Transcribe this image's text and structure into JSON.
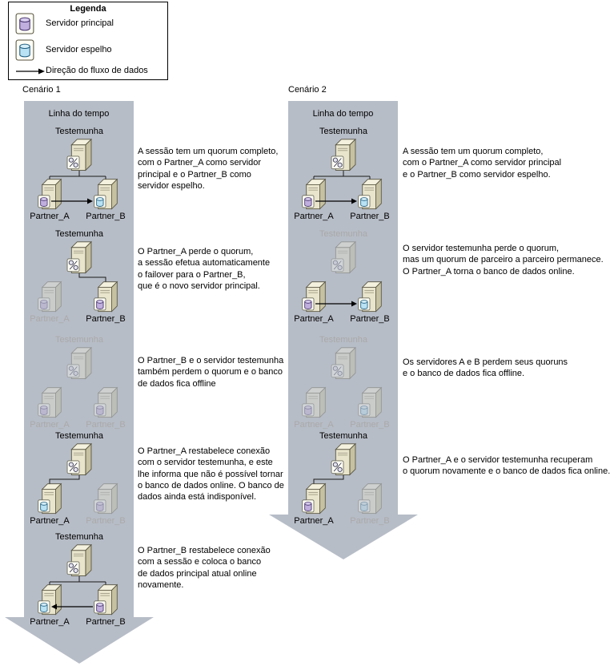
{
  "legend": {
    "title": "Legenda",
    "items": [
      {
        "icon": "principal-server-icon",
        "label": "Servidor principal"
      },
      {
        "icon": "mirror-server-icon",
        "label": "Servidor espelho"
      },
      {
        "icon": "flow-arrow-icon",
        "label": "Direção do fluxo de dados"
      }
    ]
  },
  "colors": {
    "timeline_arrow": "#b7bdc7",
    "principal_db": "#c0aede",
    "mirror_db": "#b9e2f4"
  },
  "scenarios": [
    {
      "title": "Cenário 1",
      "timeline_label": "Linha do tempo",
      "stages": [
        {
          "witness_label": "Testemunha",
          "partner_a_label": "Partner_A",
          "partner_b_label": "Partner_B",
          "witness_state": "online",
          "partner_a_state": "online",
          "partner_b_state": "online",
          "partner_a_role": "principal",
          "partner_b_role": "mirror",
          "data_flow": "a_to_b",
          "description": "A sessão tem um quorum completo,\ncom o Partner_A como servidor\nprincipal e o Partner_B como\nservidor espelho."
        },
        {
          "witness_label": "Testemunha",
          "partner_a_label": "Partner_A",
          "partner_b_label": "Partner_B",
          "witness_state": "online",
          "partner_a_state": "offline",
          "partner_b_state": "online",
          "partner_a_role": "principal",
          "partner_b_role": "principal",
          "data_flow": "none",
          "description": "O Partner_A perde o quorum,\na sessão efetua automaticamente\no failover para o Partner_B,\nque é o novo servidor principal."
        },
        {
          "witness_label": "Testemunha",
          "partner_a_label": "Partner_A",
          "partner_b_label": "Partner_B",
          "witness_state": "offline",
          "partner_a_state": "offline",
          "partner_b_state": "offline",
          "partner_a_role": "principal",
          "partner_b_role": "principal",
          "data_flow": "none",
          "description": "O Partner_B e o servidor testemunha\ntambém perdem o quorum e o banco\nde dados fica offline"
        },
        {
          "witness_label": "Testemunha",
          "partner_a_label": "Partner_A",
          "partner_b_label": "Partner_B",
          "witness_state": "online",
          "partner_a_state": "online",
          "partner_b_state": "offline",
          "partner_a_role": "mirror",
          "partner_b_role": "principal",
          "data_flow": "none",
          "description": "O Partner_A restabelece conexão\ncom o servidor testemunha, e este\nlhe informa que não é possível tornar\no banco de dados online. O banco de\ndados ainda está indisponível."
        },
        {
          "witness_label": "Testemunha",
          "partner_a_label": "Partner_A",
          "partner_b_label": "Partner_B",
          "witness_state": "online",
          "partner_a_state": "online",
          "partner_b_state": "online",
          "partner_a_role": "mirror",
          "partner_b_role": "principal",
          "data_flow": "b_to_a",
          "description": "O Partner_B restabelece conexão\ncom a sessão e coloca o banco\nde dados principal atual online\nnovamente."
        }
      ]
    },
    {
      "title": "Cenário 2",
      "timeline_label": "Linha do tempo",
      "stages": [
        {
          "witness_label": "Testemunha",
          "partner_a_label": "Partner_A",
          "partner_b_label": "Partner_B",
          "witness_state": "online",
          "partner_a_state": "online",
          "partner_b_state": "online",
          "partner_a_role": "principal",
          "partner_b_role": "mirror",
          "data_flow": "a_to_b",
          "description": "A sessão tem um quorum completo,\ncom o Partner_A como servidor principal\ne o Partner_B como servidor espelho."
        },
        {
          "witness_label": "Testemunha",
          "partner_a_label": "Partner_A",
          "partner_b_label": "Partner_B",
          "witness_state": "offline",
          "partner_a_state": "online",
          "partner_b_state": "online",
          "partner_a_role": "principal",
          "partner_b_role": "mirror",
          "data_flow": "a_to_b",
          "description": "O servidor testemunha perde o quorum,\nmas um quorum de parceiro a parceiro permanece.\nO Partner_A torna o banco de dados online."
        },
        {
          "witness_label": "Testemunha",
          "partner_a_label": "Partner_A",
          "partner_b_label": "Partner_B",
          "witness_state": "offline",
          "partner_a_state": "offline",
          "partner_b_state": "offline",
          "partner_a_role": "principal",
          "partner_b_role": "mirror",
          "data_flow": "none",
          "description": "Os servidores A e B perdem seus quoruns\ne o banco de dados fica offline."
        },
        {
          "witness_label": "Testemunha",
          "partner_a_label": "Partner_A",
          "partner_b_label": "Partner_B",
          "witness_state": "online",
          "partner_a_state": "online",
          "partner_b_state": "offline",
          "partner_a_role": "principal",
          "partner_b_role": "mirror",
          "data_flow": "none",
          "description": "O Partner_A e o servidor testemunha recuperam\no quorum novamente e o banco de dados fica online."
        }
      ]
    }
  ]
}
